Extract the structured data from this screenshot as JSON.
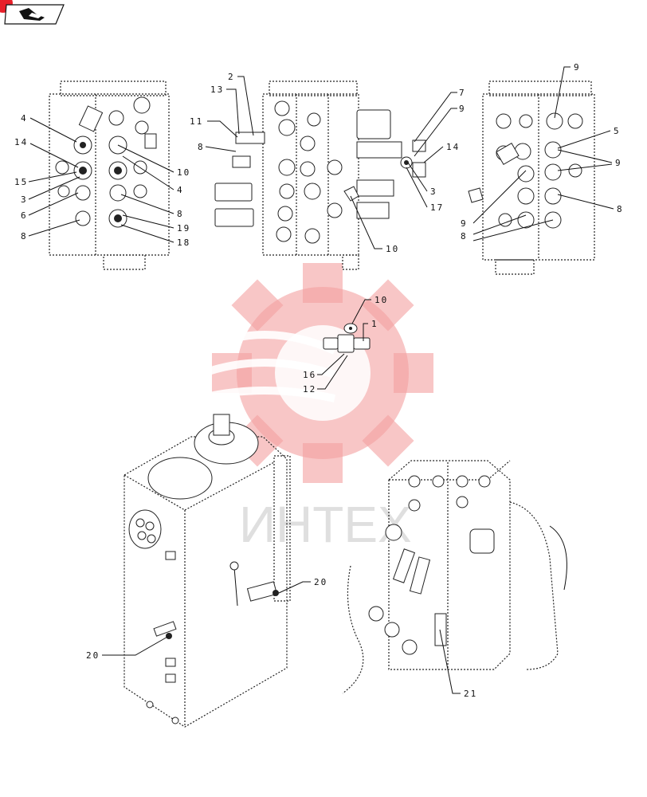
{
  "header": {
    "badge_icon": "nav-arrow-icon",
    "badge_color": "#e8202a"
  },
  "watermark": {
    "text": "ИНТЕХ",
    "color": "#f4a0a0",
    "icon": "gear-logo-icon"
  },
  "callouts": {
    "tl": [
      "4",
      "14",
      "15",
      "3",
      "6",
      "8",
      "10",
      "4",
      "8",
      "19",
      "18"
    ],
    "tc": [
      "2",
      "13",
      "11",
      "8",
      "10",
      "7",
      "9",
      "14",
      "3",
      "17"
    ],
    "tr": [
      "9",
      "5",
      "9",
      "9",
      "8",
      "8"
    ],
    "mid": [
      "10",
      "1",
      "16",
      "12"
    ],
    "bottom": [
      "20",
      "20",
      "21"
    ]
  }
}
